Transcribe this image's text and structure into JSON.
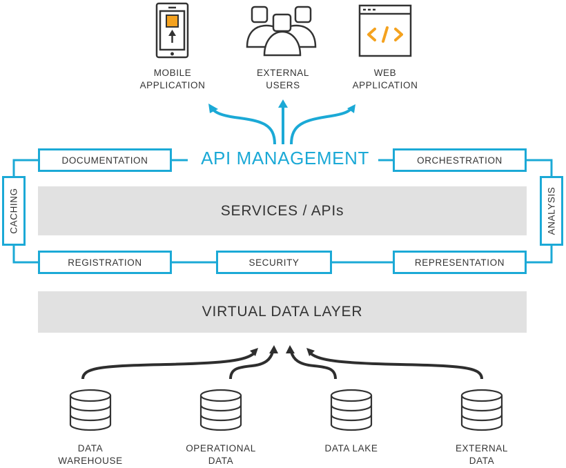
{
  "colors": {
    "accent": "#1ba9d6",
    "icon_highlight": "#f4a21f",
    "band_fill": "#e1e1e1",
    "ink": "#333333"
  },
  "consumers": [
    {
      "icon": "mobile-phone-icon",
      "line1": "MOBILE",
      "line2": "APPLICATION"
    },
    {
      "icon": "users-group-icon",
      "line1": "EXTERNAL",
      "line2": "USERS"
    },
    {
      "icon": "browser-code-icon",
      "line1": "WEB",
      "line2": "APPLICATION"
    }
  ],
  "api_management": {
    "title": "API MANAGEMENT",
    "top_boxes": [
      "DOCUMENTATION",
      "ORCHESTRATION"
    ],
    "side_boxes": {
      "left": "CACHING",
      "right": "ANALYSIS"
    },
    "bottom_boxes": [
      "REGISTRATION",
      "SECURITY",
      "REPRESENTATION"
    ]
  },
  "layers": {
    "services": "SERVICES / APIs",
    "virtual_data": "VIRTUAL DATA LAYER"
  },
  "sources": [
    {
      "icon": "database-icon",
      "line1": "DATA",
      "line2": "WAREHOUSE"
    },
    {
      "icon": "database-icon",
      "line1": "OPERATIONAL",
      "line2": "DATA"
    },
    {
      "icon": "database-icon",
      "line1": "DATA LAKE",
      "line2": ""
    },
    {
      "icon": "database-icon",
      "line1": "EXTERNAL",
      "line2": "DATA"
    }
  ]
}
